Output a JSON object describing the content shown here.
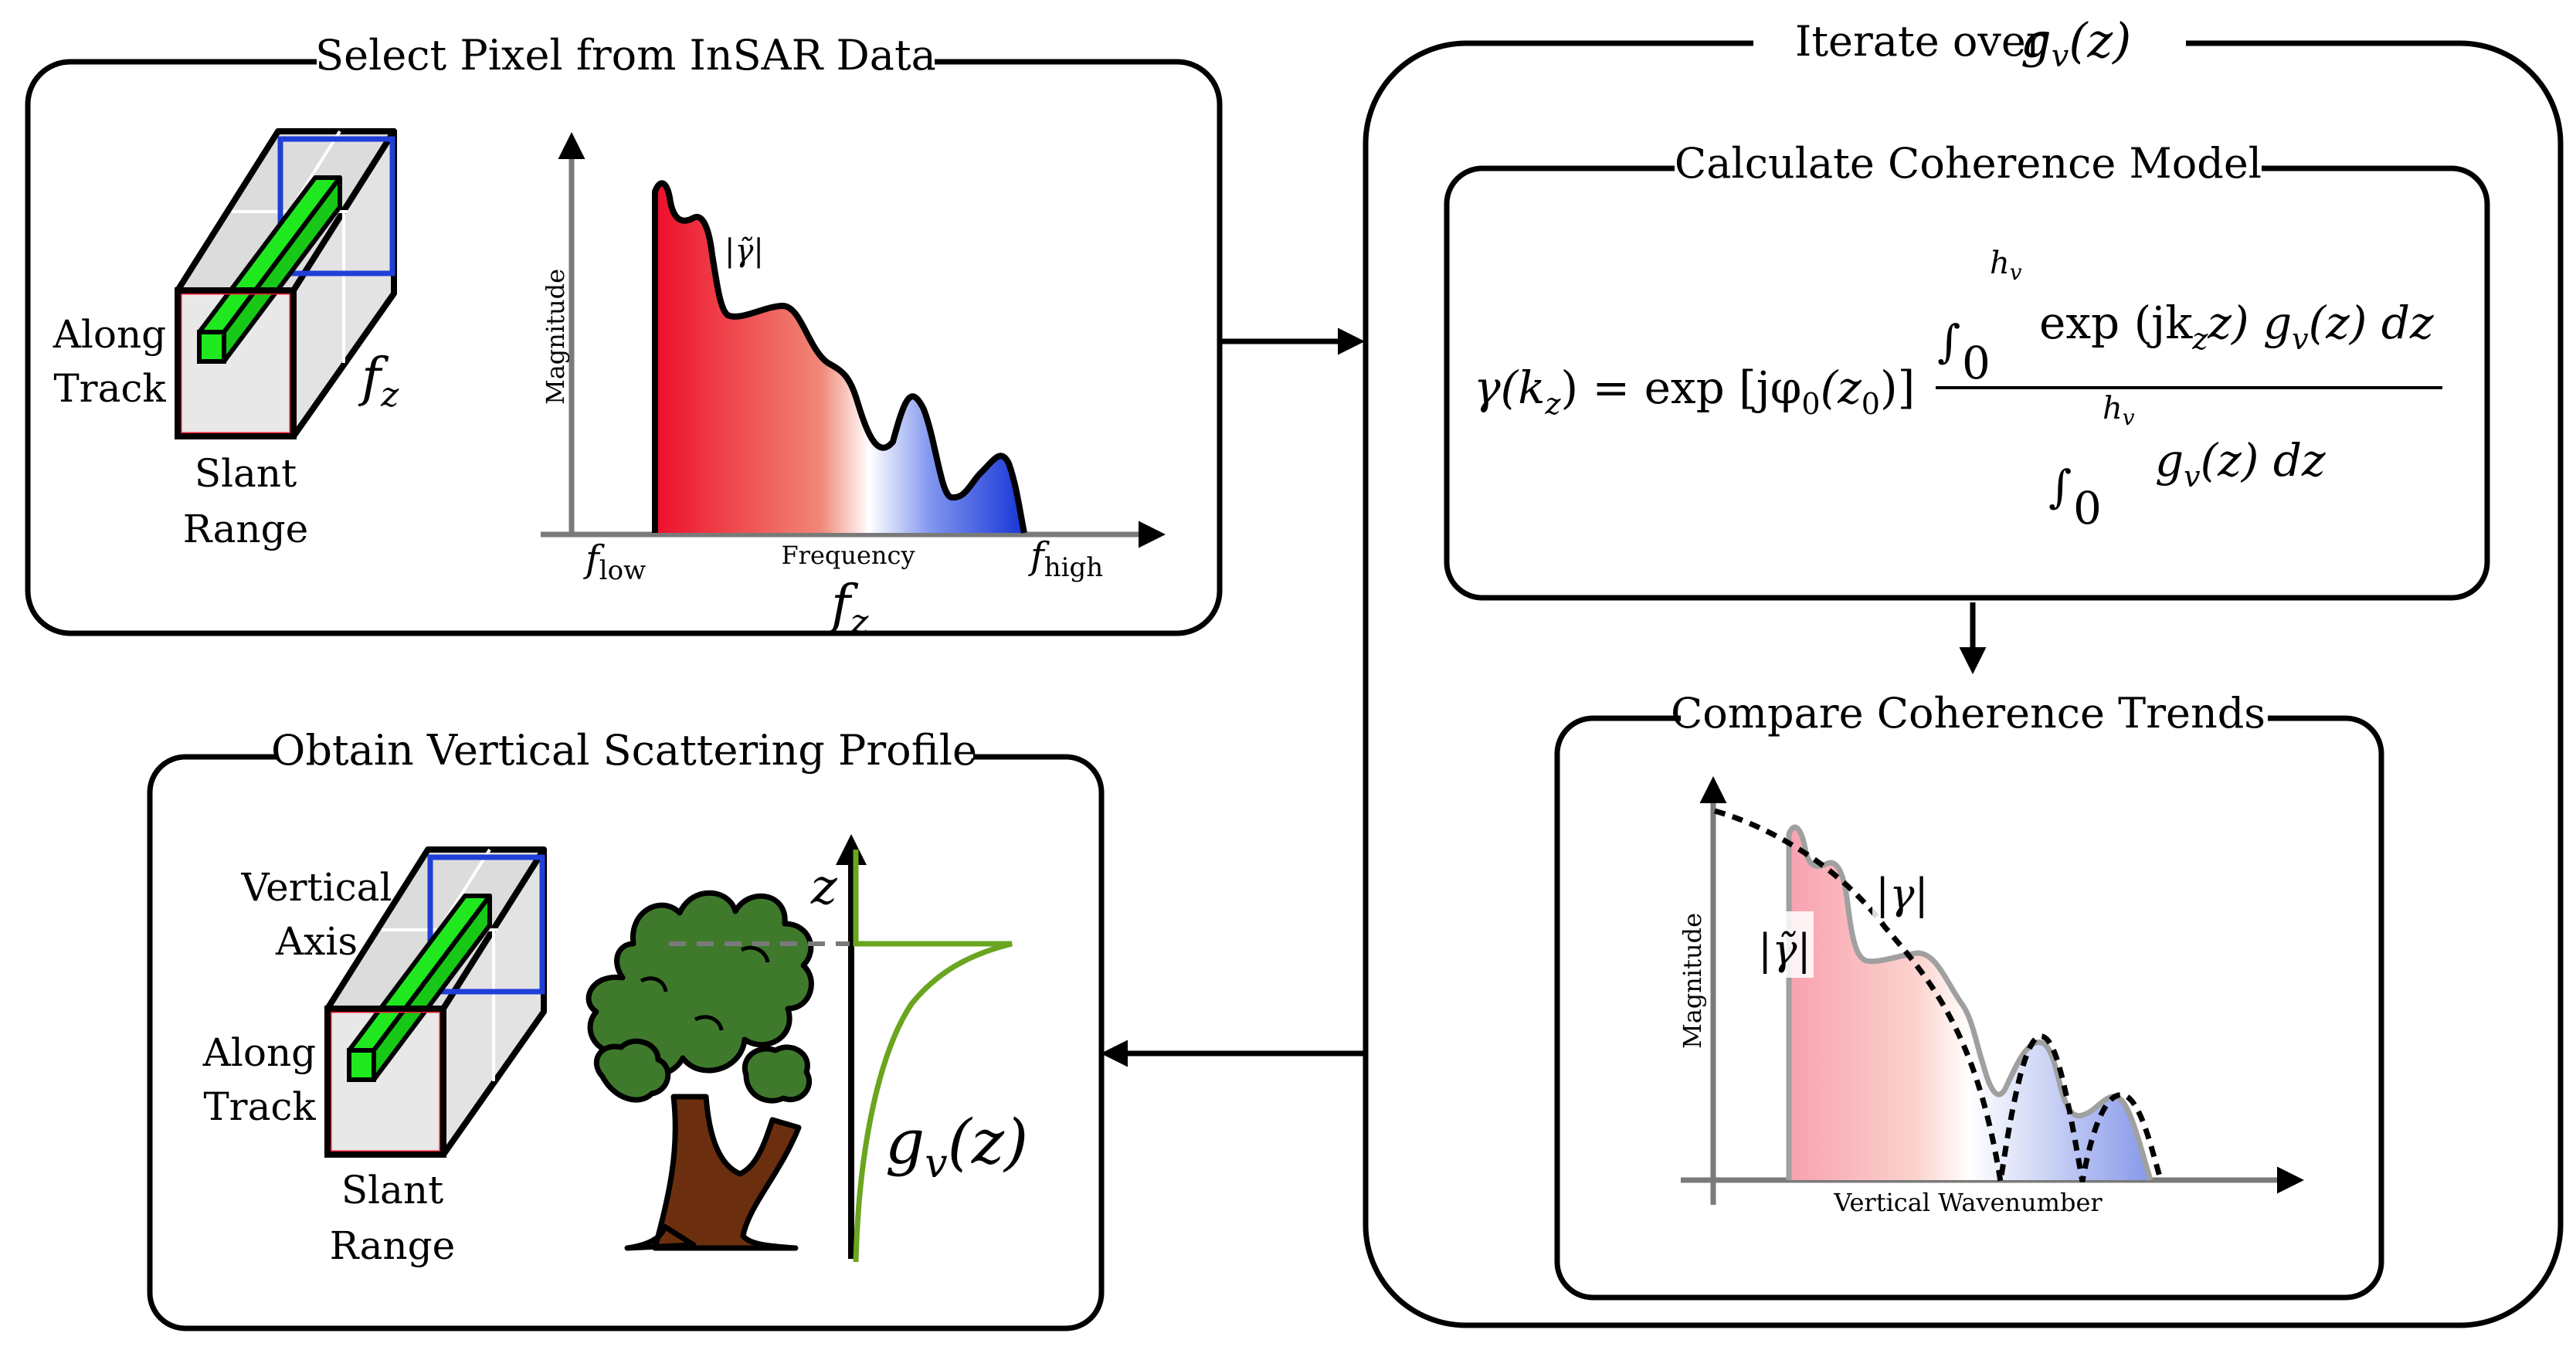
{
  "panels": {
    "select": {
      "title": "Select Pixel from InSAR Data"
    },
    "iterate": {
      "title_prefix": "Iterate over",
      "title_func": "g",
      "title_sub": "v",
      "title_arg": "(z)"
    },
    "calc": {
      "title": "Calculate Coherence Model"
    },
    "compare": {
      "title": "Compare Coherence Trends"
    },
    "obtain": {
      "title": "Obtain Vertical Scattering Profile"
    }
  },
  "cube1": {
    "along_line1": "Along",
    "along_line2": "Track",
    "slant_line1": "Slant",
    "slant_line2": "Range",
    "depth_label": "f",
    "depth_sub": "z"
  },
  "spectrum": {
    "ylabel": "Magnitude",
    "xlabel": "Frequency",
    "curve_label": "|γ̃|",
    "f_low": "f",
    "f_low_sub": "low",
    "f_high": "f",
    "f_high_sub": "high",
    "fz": "f",
    "fz_sub": "z"
  },
  "equation": {
    "lhs": "γ(k",
    "lhs_sub": "z",
    "lhs_tail": ") = exp [jφ",
    "phi_sub": "0",
    "phi_arg": "(z",
    "z0_sub": "0",
    "phi_close": ")]",
    "int_symbol": "∫",
    "upper_limit": "h",
    "upper_limit_sub": "v",
    "lower_limit": "0",
    "numerator": "exp (jk",
    "num_sub": "z",
    "num_tail": "z) g",
    "num_g_sub": "v",
    "num_end": "(z) dz",
    "denominator": "g",
    "den_sub": "v",
    "den_end": "(z) dz"
  },
  "compare_chart": {
    "ylabel": "Magnitude",
    "xlabel": "Vertical Wavenumber",
    "measured_label": "|γ̃|",
    "model_label": "|γ|"
  },
  "cube2": {
    "vertical_line1": "Vertical",
    "vertical_line2": "Axis",
    "along_line1": "Along",
    "along_line2": "Track",
    "slant_line1": "Slant",
    "slant_line2": "Range"
  },
  "profile": {
    "axis_label": "z",
    "func_label": "g",
    "func_sub": "v",
    "func_arg": "(z)"
  },
  "colors": {
    "red": "#f0192f",
    "blue": "#1f3fd8",
    "green": "#1fe81f",
    "pale_red": "#f5a3b0",
    "pale_blue": "#a9b5f0",
    "tree_green": "#3f7a2c",
    "trunk": "#6b2f0f",
    "profile_green": "#6aa520",
    "axis_gray": "#7a7a7a"
  }
}
